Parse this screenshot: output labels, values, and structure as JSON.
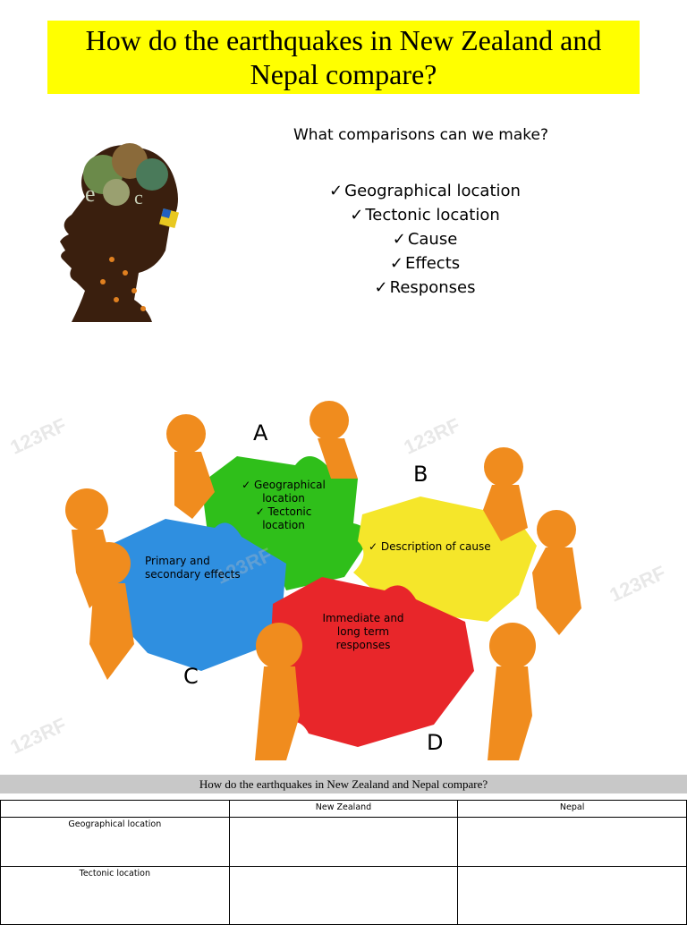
{
  "title": "How do the earthquakes in New Zealand and\nNepal compare?",
  "question": "What comparisons can we make?",
  "checklist": [
    "Geographical location",
    "Tectonic location",
    "Cause",
    "Effects",
    "Responses"
  ],
  "puzzle": {
    "letters": {
      "a": "A",
      "b": "B",
      "c": "C",
      "d": "D"
    },
    "green": [
      "Geographical location",
      "Tectonic location"
    ],
    "yellow": "Description of cause",
    "blue": "Primary and secondary effects",
    "red": "Immediate and long term responses",
    "watermark": "123RF"
  },
  "table": {
    "title": "How do the earthquakes in New Zealand and Nepal compare?",
    "columns": [
      "",
      "New Zealand",
      "Nepal"
    ],
    "rows": [
      "Geographical location",
      "Tectonic location"
    ]
  },
  "colors": {
    "title_bg": "#ffff00",
    "green": "#2fbf1a",
    "yellow": "#f5e62a",
    "blue": "#2f8fe0",
    "red": "#e8262a",
    "figure": "#f08c1e"
  }
}
